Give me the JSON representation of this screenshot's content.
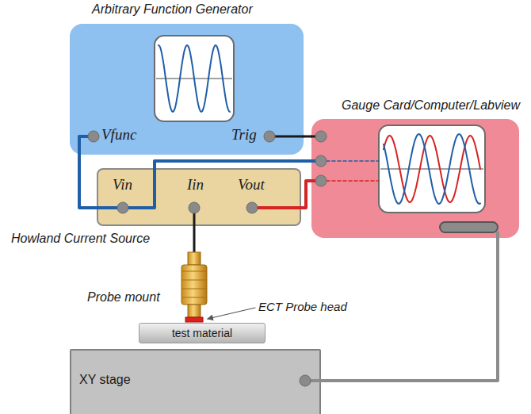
{
  "diagram": {
    "nodes": [
      {
        "text": [
          "Arbitrary Function Generator"
        ]
      },
      {
        "text": [
          "Gauge Card/Computer/Labview"
        ]
      },
      {
        "text": [
          "Howland Current Source"
        ]
      },
      {
        "text": [
          "test material"
        ]
      },
      {
        "text": [
          "XY stage"
        ]
      }
    ],
    "edges": [
      {
        "from": 0,
        "to": 2,
        "arrow": "none"
      },
      {
        "from": 0,
        "to": 1,
        "arrow": "none"
      },
      {
        "from": 2,
        "to": 1,
        "arrow": "none"
      },
      {
        "from": 2,
        "to": 1,
        "arrow": "none"
      },
      {
        "from": 4,
        "to": 1,
        "arrow": "none"
      }
    ],
    "labels": [
      "Vfunc",
      "Trig",
      "Vin",
      "Iin",
      "Vout",
      "Probe mount",
      "ECT Probe head"
    ]
  }
}
